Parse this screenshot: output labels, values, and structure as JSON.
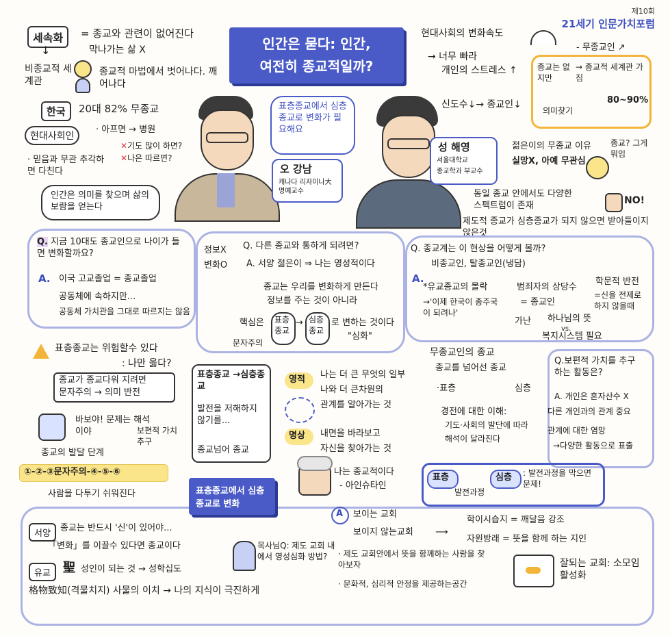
{
  "event": {
    "edition": "제10회",
    "name": "21세기 인문가치포럼"
  },
  "title": {
    "line1": "인간은 묻다: 인간,",
    "line2": "여전히 종교적일까?"
  },
  "top_left": {
    "secularization": "세속화",
    "secularization_def": "= 종교와 관련이 없어진다",
    "decline": "막나가는 삶 X",
    "non_religious_worldview": "비종교적 세계관",
    "escape_magic": "종교적 마법에서 벗어나다. 깨어나다",
    "korea_label": "한국",
    "korea_stat": "20대 82% 무종교",
    "modern_person": "현대사회인",
    "sick_to_hospital": "· 아프면 → 병원",
    "prayer_q1": "기도 많이 하면?",
    "prayer_q2": "나은 따르면?",
    "faith_abstract": "· 믿음과 무관 추각하면 다친다",
    "meaning_bubble": "인간은 의미를 찾으며 삶의 보람을 얻는다"
  },
  "speakers": {
    "oh": {
      "name": "오 강남",
      "affiliation": "캐나다 리자이나大 명예교수"
    },
    "oh_bubble": "표층종교에서 심층종교로 변화가 필요해요",
    "seong": {
      "name": "성 해영",
      "affiliation1": "서울대학교",
      "affiliation2": "종교학과 부교수"
    }
  },
  "top_right": {
    "modern_speed": "현대사회의 변화속도",
    "too_fast": "→ 너무 빠라",
    "personal_stress": "개인의 스트레스 ↑",
    "believers": "신도수↓→ 종교인↓",
    "non_religious": "- 무종교인 ↗",
    "no_religion_but": "종교는 없지만",
    "religious_worldview": "→ 종교적 세계관 가짐",
    "meaning_search": "의미찾기",
    "percent": "80~90%",
    "youth_reason": "젊은이의 무종교 이유",
    "disappointment": "실망X, 아예 무관심",
    "religion_q": "종교? 그게뭐임",
    "spectrum": "동일 종교 안에서도 다양한 스펙트럼이 존재",
    "institutional": "제도적 종교가 심층종교가 되지 않으면 받아들이지 않은것",
    "no": "NO!"
  },
  "mid_left": {
    "q_after_10": "지금 10대도 종교인으로 나이가 들면 변화할까요?",
    "a_label": "A.",
    "a_text": "이국 고교졸업 = 종교졸업",
    "community": "공동체에 속하지만...",
    "community_values": "공동체 가치관을 그대로 따르지는 않음"
  },
  "mid_center": {
    "info": "정보X",
    "change": "변화O",
    "q_other": "Q. 다른 종교와 통하게 되려면?",
    "a_west": "A. 서양 젊은이 ⇒ 나는 영성적이다",
    "religion_changes_us": "종교는 우리를 변화하게 만든다",
    "not_info": "정보를 주는 것이 아니라",
    "core": "핵심은",
    "surface_rel": "표층 종교",
    "deep_rel": "심층 종교",
    "change_is": "로 변하는 것이다",
    "deepening": "\"심화\"",
    "literalist": "문자주의"
  },
  "mid_right": {
    "q_how": "Q. 종교계는 이 현상을 어떻게 볼까?",
    "nonbelievers": "비종교인, 탈종교인(냉담)",
    "a_label": "A.",
    "confucian": "*유교종교의 몰락",
    "now_korea": "→'이제 한국이 종주국이 되려나'",
    "criminal": "범죄자의 상당수",
    "equals_believer": "= 종교인",
    "poor": "가난",
    "gods_will": "하나님의 뜻",
    "vs": "vs.",
    "welfare": "복지시스템 필요",
    "academic": "학문적 반전",
    "faith_premise": "=신을 전제로 하지 않을때"
  },
  "lower_left": {
    "warning": "표층종교는 위험할수 있다",
    "but_right": ": 나만 옳다?",
    "when_religion": "종교가 종교다워 지려면",
    "literalism_reversal": "문자주의 → 의미 반전",
    "fool": "바보야! 문제는 해석이야",
    "stages": "종교의 발달 단계",
    "universal": "보편적 가치 추구",
    "stage_seq": "①-②-③문자주의-④-⑤-⑥",
    "easy_fight": "사람을 다투기 쉬워진다"
  },
  "lower_center": {
    "surface_to_deep": "표층종교 →심층종교",
    "hindrance": "발전을 저해하지 않기를...",
    "beyond": "종교넘어 종교",
    "spirituality": "영적",
    "spirit_text1": "나는 더 큰 무엇의 일부",
    "spirit_text2": "나와 더 큰차원의",
    "spirit_text3": "관계를 알아가는 것",
    "meditation": "명상",
    "med_text1": "내면을 바라보고",
    "med_text2": "자신을 찾아가는 것",
    "einstein_quote": "나는 종교적이다",
    "einstein": "- 아인슈타인",
    "banner": "표층종교에서 심층종교로 변화"
  },
  "lower_right": {
    "non_rel_religion": "무종교인의 종교",
    "beyond_religion": "종교를 넘어선 종교",
    "surface": "·표층",
    "deep": "심층",
    "scripture": "경전에 대한 이해:",
    "society_level": "기도·사회의 발단에 따라",
    "interpretation": "해석이 달라진다",
    "q_universal": "Q.보편적 가치를 추구하는 활동은?",
    "a_personal": "A. 개인은 혼자산수 X",
    "other_relations": "다른 개인과의 관계 중요",
    "interest": "관계에 대한 염망",
    "diverse": "→다양한 활동으로 표출",
    "surface_pill": "표층",
    "deep_pill": "심층",
    "dev_process": "발전과정",
    "blocked": ": 발전과정을 막으면 문제!"
  },
  "bottom": {
    "west": "서양",
    "west_text": "종교는 반드시 '신'이 있어야...",
    "change_q": "「변화」를 이끌수 있다면 종교이다",
    "confucian": "유교",
    "sage": "聖",
    "sage_text": "성인이 되는 것 → 성학십도",
    "gewu": "格物致知(격물치지) 사물의 이치 → 나의 지식이 극진하게",
    "pastor_q": "목사님Q: 제도 교회 내에서 영성심화 방법?",
    "a_label": "A",
    "visible_church": "보이는 교회",
    "invisible_church": "보이지 않는교회",
    "study": "학이시습지 = 깨달음 강조",
    "jawon": "자원방래 = 뜻을 함께 하는 지인",
    "find_people": "· 제도 교회안에서 뜻을 함께하는 사람을 찾아보자",
    "culture_space": "· 문화적, 심리적 안정을 제공하는공간",
    "good_church": "잘되는 교회: 소모임 활성화"
  },
  "colors": {
    "accent": "#4a5bc7",
    "frame": "#aab3e3",
    "yellow": "#f2b53a",
    "purple": "#e8d6f4"
  }
}
